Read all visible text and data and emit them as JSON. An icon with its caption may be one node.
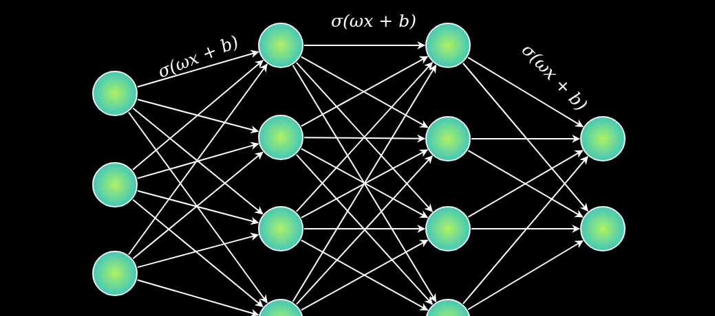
{
  "diagram": {
    "nodes": [
      {
        "text": [],
        "shape": "circle"
      },
      {
        "text": [],
        "shape": "circle"
      },
      {
        "text": [],
        "shape": "circle"
      },
      {
        "text": [],
        "shape": "circle"
      },
      {
        "text": [],
        "shape": "circle"
      },
      {
        "text": [],
        "shape": "circle"
      },
      {
        "text": [],
        "shape": "circle"
      },
      {
        "text": [],
        "shape": "circle"
      },
      {
        "text": [],
        "shape": "circle"
      },
      {
        "text": [],
        "shape": "circle"
      },
      {
        "text": [],
        "shape": "circle"
      },
      {
        "text": [],
        "shape": "circle"
      },
      {
        "text": [],
        "shape": "circle"
      }
    ],
    "edges": [
      {
        "from": 0,
        "to": 3,
        "arrow": "to"
      },
      {
        "from": 0,
        "to": 4,
        "arrow": "to"
      },
      {
        "from": 0,
        "to": 5,
        "arrow": "to"
      },
      {
        "from": 0,
        "to": 6,
        "arrow": "to"
      },
      {
        "from": 1,
        "to": 3,
        "arrow": "to"
      },
      {
        "from": 1,
        "to": 4,
        "arrow": "to"
      },
      {
        "from": 1,
        "to": 5,
        "arrow": "to"
      },
      {
        "from": 1,
        "to": 6,
        "arrow": "to"
      },
      {
        "from": 2,
        "to": 3,
        "arrow": "to"
      },
      {
        "from": 2,
        "to": 4,
        "arrow": "to"
      },
      {
        "from": 2,
        "to": 5,
        "arrow": "to"
      },
      {
        "from": 2,
        "to": 6,
        "arrow": "to"
      },
      {
        "from": 3,
        "to": 7,
        "arrow": "to"
      },
      {
        "from": 3,
        "to": 8,
        "arrow": "to"
      },
      {
        "from": 3,
        "to": 9,
        "arrow": "to"
      },
      {
        "from": 3,
        "to": 10,
        "arrow": "to"
      },
      {
        "from": 4,
        "to": 7,
        "arrow": "to"
      },
      {
        "from": 4,
        "to": 8,
        "arrow": "to"
      },
      {
        "from": 4,
        "to": 9,
        "arrow": "to"
      },
      {
        "from": 4,
        "to": 10,
        "arrow": "to"
      },
      {
        "from": 5,
        "to": 7,
        "arrow": "to"
      },
      {
        "from": 5,
        "to": 8,
        "arrow": "to"
      },
      {
        "from": 5,
        "to": 9,
        "arrow": "to"
      },
      {
        "from": 5,
        "to": 10,
        "arrow": "to"
      },
      {
        "from": 6,
        "to": 7,
        "arrow": "to"
      },
      {
        "from": 6,
        "to": 8,
        "arrow": "to"
      },
      {
        "from": 6,
        "to": 9,
        "arrow": "to"
      },
      {
        "from": 7,
        "to": 11,
        "arrow": "to"
      },
      {
        "from": 7,
        "to": 12,
        "arrow": "to"
      },
      {
        "from": 8,
        "to": 11,
        "arrow": "to"
      },
      {
        "from": 8,
        "to": 12,
        "arrow": "to"
      },
      {
        "from": 9,
        "to": 11,
        "arrow": "to"
      },
      {
        "from": 9,
        "to": 12,
        "arrow": "to"
      },
      {
        "from": 10,
        "to": 11,
        "arrow": "to"
      },
      {
        "from": 10,
        "to": 12,
        "arrow": "to"
      }
    ],
    "labels": [
      "σ(ωx + b)",
      "σ(ωx + b)",
      "σ(ωx + b)"
    ]
  }
}
